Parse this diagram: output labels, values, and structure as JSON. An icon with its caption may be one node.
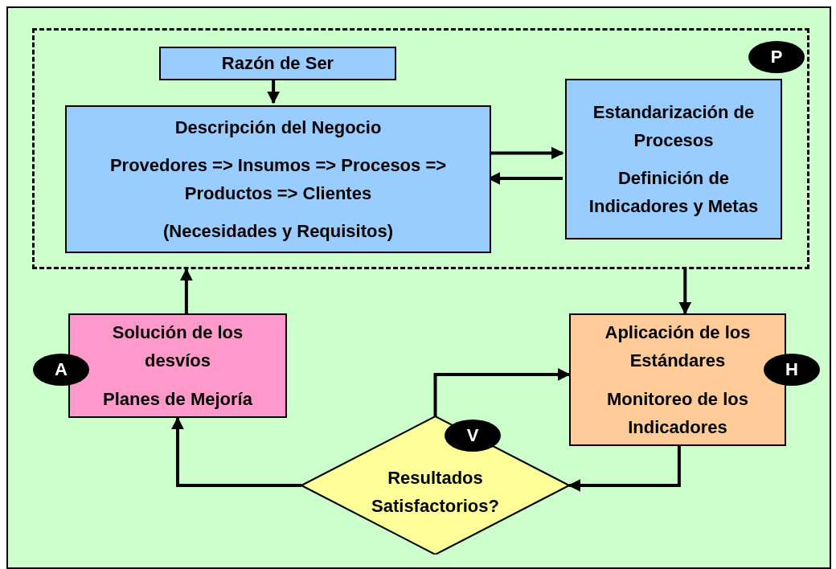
{
  "diagram": {
    "nodes": [
      {
        "text": [],
        "shape": "box"
      },
      {
        "text": [
          "Razón de Ser"
        ],
        "in": 0
      },
      {
        "text": [
          "Descripción del Negocio",
          "Provedores => Insumos => Procesos => Productos => Clientes",
          "(Necesidades y Requisitos)"
        ],
        "in": 0
      },
      {
        "text": [
          "Estandarización de Procesos",
          "Definición de Indicadores y Metas"
        ],
        "in": 0
      },
      {
        "text": [
          "P"
        ],
        "in": 0
      },
      {
        "text": [
          "Solución de los desvíos",
          "Planes de Mejoría"
        ]
      },
      {
        "text": [
          "A"
        ]
      },
      {
        "text": [
          "Aplicación de los Estándares",
          "Monitoreo de los Indicadores"
        ]
      },
      {
        "text": [
          "H"
        ]
      },
      {
        "text": [
          "Resultados Satisfactorios?"
        ]
      },
      {
        "text": [
          "V"
        ]
      }
    ],
    "edges": [
      {
        "from": 1,
        "to": 2,
        "arrow": "to"
      },
      {
        "from": 2,
        "to": 3,
        "arrow": "to"
      },
      {
        "from": 3,
        "to": 2,
        "arrow": "to"
      },
      {
        "from": 0,
        "to": 7,
        "arrow": "to"
      },
      {
        "from": 7,
        "to": 9,
        "arrow": "to"
      },
      {
        "from": 9,
        "to": 7,
        "arrow": "to"
      },
      {
        "from": 9,
        "to": 5,
        "arrow": "to"
      },
      {
        "from": 5,
        "to": 0,
        "arrow": "to"
      }
    ]
  }
}
